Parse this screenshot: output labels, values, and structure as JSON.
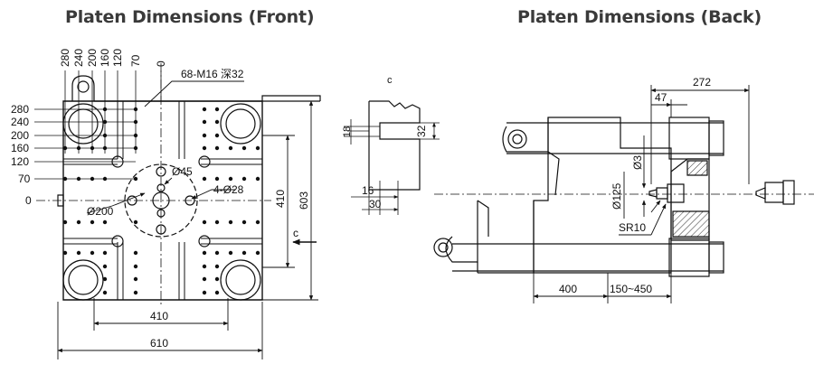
{
  "titles": {
    "front": "Platen Dimensions (Front)",
    "back": "Platen Dimensions (Back)"
  },
  "front": {
    "top_scale": [
      "280",
      "240",
      "200",
      "160",
      "120",
      "70",
      "0"
    ],
    "left_scale": [
      "280",
      "240",
      "200",
      "160",
      "120",
      "70",
      "0"
    ],
    "thread_note": "68-M16 深32",
    "d45": "Ø45",
    "d28": "4-Ø28",
    "d200": "Ø200",
    "dim_410_h": "410",
    "dim_610": "610",
    "dim_410_v": "410",
    "dim_603": "603",
    "section_mark": "c"
  },
  "detail": {
    "label": "c",
    "dim_18": "18",
    "dim_32": "32",
    "dim_16": "16",
    "dim_30": "30"
  },
  "back": {
    "dim_272": "272",
    "dim_47": "47",
    "d3": "Ø3",
    "d125": "Ø125",
    "sr10": "SR10",
    "dim_400": "400",
    "dim_150_450": "150~450"
  }
}
